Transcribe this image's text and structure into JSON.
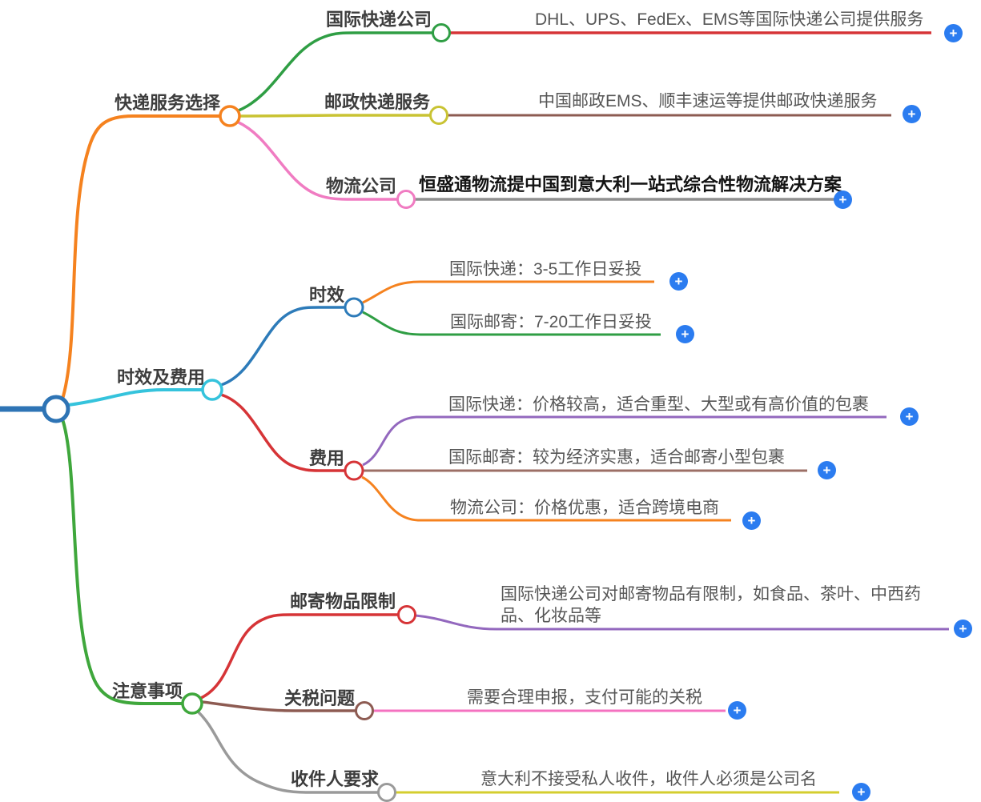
{
  "mindmap": {
    "icons": {
      "plus": "+"
    },
    "colors": {
      "root_blue": "#2e74b5",
      "orange": "#f5821f",
      "cyan": "#35c3dc",
      "green_main": "#3fa73c",
      "green_child": "#2f9e44",
      "red": "#d63437",
      "yellow_olive": "#c9c333",
      "maroon": "#8d5b52",
      "pink_node": "#f07cc2",
      "pink_line": "#f472c0",
      "gray_line": "#8f8f8f",
      "blue_node": "#2d7bb9",
      "purple": "#9368be",
      "mauve": "#9c6f66",
      "yellow_leaf": "#d4ce2e",
      "plus_blue": "#2b7cf0"
    },
    "branches": [
      {
        "label": "快递服务选择",
        "children": [
          {
            "label": "国际快递公司",
            "leaves": [
              "DHL、UPS、FedEx、EMS等国际快递公司提供服务"
            ]
          },
          {
            "label": "邮政快递服务",
            "leaves": [
              "中国邮政EMS、顺丰速运等提供邮政快递服务"
            ]
          },
          {
            "label": "物流公司",
            "leaves": [
              "恒盛通物流提中国到意大利一站式综合性物流解决方案"
            ]
          }
        ]
      },
      {
        "label": "时效及费用",
        "children": [
          {
            "label": "时效",
            "leaves": [
              "国际快递：3-5工作日妥投",
              "国际邮寄：7-20工作日妥投"
            ]
          },
          {
            "label": "费用",
            "leaves": [
              "国际快递：价格较高，适合重型、大型或有高价值的包裹",
              "国际邮寄：较为经济实惠，适合邮寄小型包裹",
              "物流公司：价格优惠，适合跨境电商"
            ]
          }
        ]
      },
      {
        "label": "注意事项",
        "children": [
          {
            "label": "邮寄物品限制",
            "leaves": [
              "国际快递公司对邮寄物品有限制，如食品、茶叶、中西药品、化妆品等"
            ]
          },
          {
            "label": "关税问题",
            "leaves": [
              "需要合理申报，支付可能的关税"
            ]
          },
          {
            "label": "收件人要求",
            "leaves": [
              "意大利不接受私人收件，收件人必须是公司名"
            ]
          }
        ]
      }
    ]
  }
}
